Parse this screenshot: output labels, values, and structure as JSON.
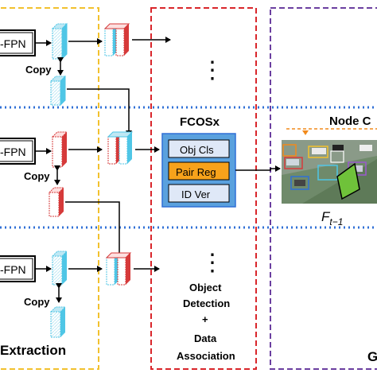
{
  "rows": [
    {
      "fpn_label": "-FPN",
      "copy_label": "Copy"
    },
    {
      "fpn_label": "-FPN",
      "copy_label": "Copy"
    },
    {
      "fpn_label": "-FPN",
      "copy_label": "Copy"
    }
  ],
  "sections": {
    "extraction_title": "Extraction",
    "graph_title_partial": "G"
  },
  "fcosx": {
    "title": "FCOSx",
    "items": [
      "Obj Cls",
      "Pair Reg",
      "ID Ver"
    ]
  },
  "caption": {
    "line1": "Object",
    "line2": "Detection",
    "line3": "+",
    "line4": "Data",
    "line5": "Association"
  },
  "node_label_partial": "Node C",
  "frame_label": {
    "base": "F",
    "subscript": "t−1"
  },
  "ellipsis": "⋮",
  "colors": {
    "yellow_dash": "#f2c12e",
    "red_dash": "#d9262b",
    "purple_dash": "#6b3fa0",
    "blue_dot": "#2f6fd6",
    "fcosx_panel": "#5aa1de",
    "pair_reg": "#f7a21b",
    "cyan_feature": "#4fc6e6",
    "red_feature": "#d63a3a"
  }
}
